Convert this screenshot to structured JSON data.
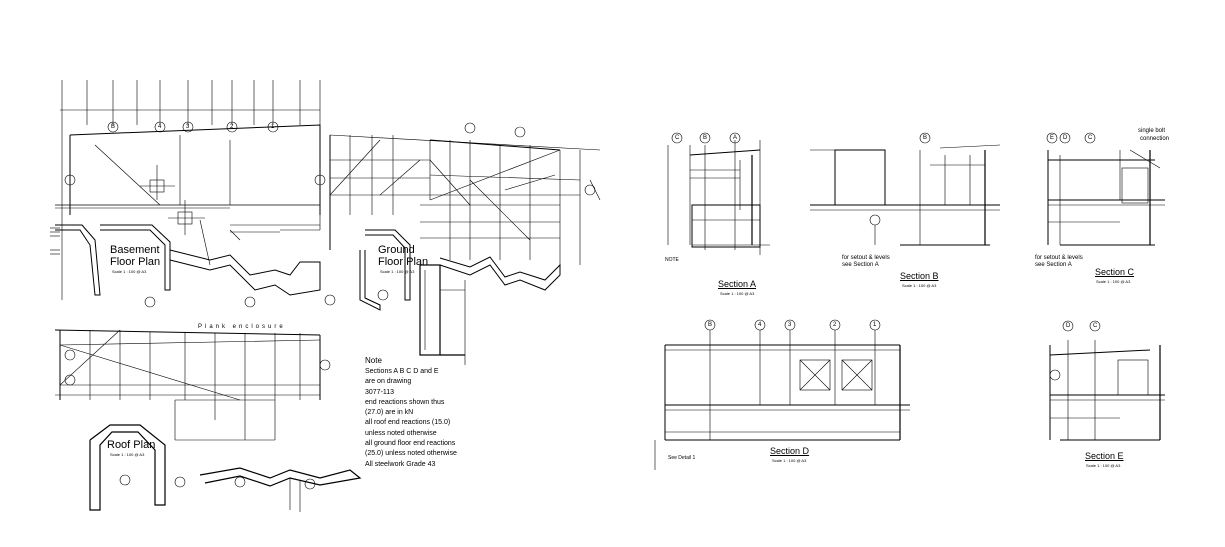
{
  "plans": {
    "basement": {
      "title_line1": "Basement",
      "title_line2": "Floor Plan",
      "scale": "Scale 1 : 100 @ A3"
    },
    "ground": {
      "title_line1": "Ground",
      "title_line2": "Floor Plan",
      "scale": "Scale 1 : 100 @ A3"
    },
    "roof": {
      "title": "Roof Plan",
      "scale": "Scale 1 : 100 @ A3"
    }
  },
  "notes": {
    "title": "Note",
    "lines": [
      "Sections A B C D and E",
      "are on drawing",
      "3077-113",
      "end reactions shown thus",
      "(27.0) are in kN",
      "all roof end reactions (15.0)",
      "unless noted otherwise",
      "all ground floor end reactions",
      "(25.0) unless noted otherwise",
      "All steelwork Grade 43"
    ]
  },
  "sections": [
    {
      "title": "Section A",
      "scale": "Scale 1 : 100 @ A3"
    },
    {
      "title": "Section B",
      "scale": "Scale 1 : 100 @ A3"
    },
    {
      "title": "Section C",
      "scale": "Scale 1 : 100 @ A3"
    },
    {
      "title": "Section D",
      "scale": "Scale 1 : 100 @ A3"
    },
    {
      "title": "Section E",
      "scale": "Scale 1 : 100 @ A3"
    }
  ],
  "annotations": {
    "plank_arch": "Plank enclosure",
    "single_bolt": "single bolt",
    "connection": "connection",
    "for_setout_b": "for setout & levels",
    "see_section_b": "see Section A",
    "for_setout_c": "for setout & levels",
    "see_section_c": "see Section A",
    "see_detail": "See Detail 1",
    "note_a": "NOTE"
  },
  "grid_labels": {
    "basement": [
      "B",
      "4",
      "3",
      "2",
      "1"
    ],
    "section_a": [
      "C",
      "B",
      "A"
    ],
    "section_b": [
      "B"
    ],
    "section_c": [
      "E",
      "D",
      "C"
    ],
    "section_d": [
      "B",
      "4",
      "3",
      "2",
      "1"
    ],
    "section_e": [
      "D",
      "C"
    ]
  },
  "colors": {
    "ink": "#000000",
    "paper": "#ffffff"
  }
}
